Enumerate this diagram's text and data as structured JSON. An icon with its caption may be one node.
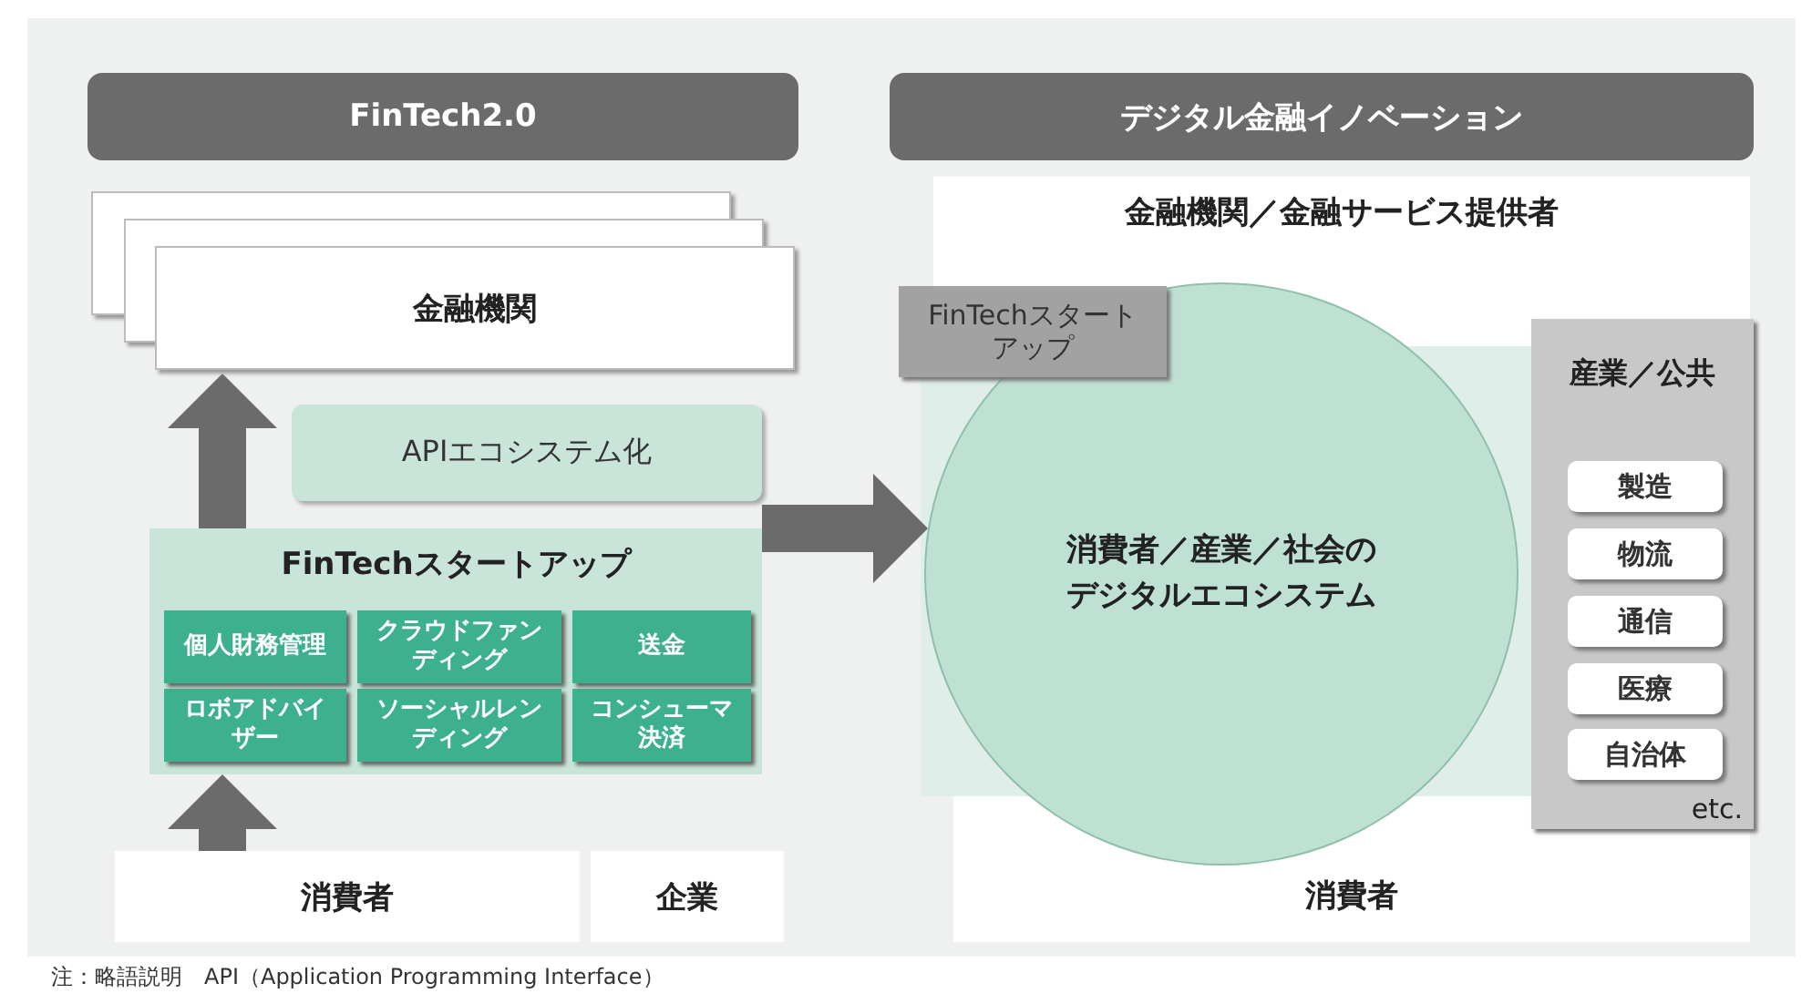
{
  "diagram": {
    "nodes": [
      {
        "text": [
          "FinTech2.0"
        ]
      },
      {
        "text": [
          "デジタル金融イノベーション"
        ]
      },
      {
        "text": [
          "金融機関"
        ]
      },
      {
        "text": [
          "APIエコシステム化"
        ]
      },
      {
        "text": [
          "FinTechスタートアップ"
        ]
      },
      {
        "text": [
          "個人財務管理"
        ],
        "in": 4
      },
      {
        "text": [
          "クラウドファンディング"
        ],
        "in": 4
      },
      {
        "text": [
          "送金"
        ],
        "in": 4
      },
      {
        "text": [
          "ロボアドバイザー"
        ],
        "in": 4
      },
      {
        "text": [
          "ソーシャルレンディング"
        ],
        "in": 4
      },
      {
        "text": [
          "コンシューマ決済"
        ],
        "in": 4
      },
      {
        "text": [
          "消費者"
        ]
      },
      {
        "text": [
          "企業"
        ]
      },
      {
        "text": [
          "金融機関／金融サービス提供者"
        ]
      },
      {
        "text": [
          "FinTechスタートアップ"
        ]
      },
      {
        "text": [
          "消費者／産業／社会のデジタルエコシステム"
        ]
      },
      {
        "text": [
          "産業／公共",
          "etc."
        ]
      },
      {
        "text": [
          "製造"
        ],
        "in": 16
      },
      {
        "text": [
          "物流"
        ],
        "in": 16
      },
      {
        "text": [
          "通信"
        ],
        "in": 16
      },
      {
        "text": [
          "医療"
        ],
        "in": 16
      },
      {
        "text": [
          "自治体"
        ],
        "in": 16
      },
      {
        "text": [
          "消費者"
        ]
      }
    ],
    "edges": [
      {
        "from": 4,
        "to": 2,
        "arrow": "to"
      },
      {
        "from": 11,
        "to": 4,
        "arrow": "to"
      },
      {
        "from": 4,
        "to": 15,
        "arrow": "to"
      }
    ],
    "labels": [
      "注：略語説明　API（Application Programming Interface）"
    ]
  }
}
